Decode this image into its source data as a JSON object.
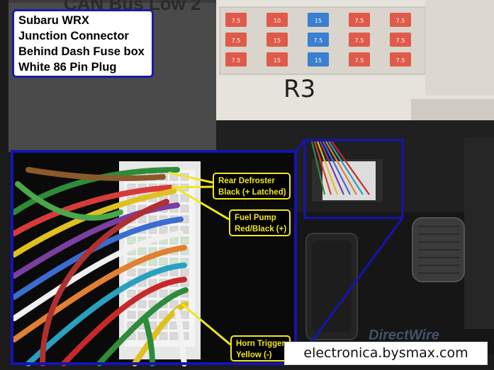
{
  "image": {
    "title_lines": [
      "Subaru WRX",
      "Junction Connector",
      "Behind Dash Fuse box",
      "White 86 Pin Plug"
    ],
    "background_heading": "CAN Bus Low 2",
    "fuse_labels": [
      "7.5",
      "10",
      "15",
      "7.5",
      "7.5",
      "7.5",
      "15",
      "7.5",
      "7.5",
      "7.5",
      "7.5",
      "15",
      "15",
      "7.5",
      "7.5"
    ],
    "fuse_box_label": "R3",
    "brand_mark": "DirectWire",
    "colors": {
      "caption_border": "#1a1aa8",
      "callout_border": "#f2e61c",
      "zoom_frame": "#1414b4"
    }
  },
  "callouts": {
    "defroster": {
      "line1": "Rear Defroster",
      "line2": "Black (+ Latched)"
    },
    "fuel_pump": {
      "line1": "Fuel Pump",
      "line2": "Red/Black (+)"
    },
    "horn": {
      "line1": "Horn Trigger",
      "line2": "Yellow (-)"
    }
  },
  "watermark": "electronica.bysmax.com"
}
